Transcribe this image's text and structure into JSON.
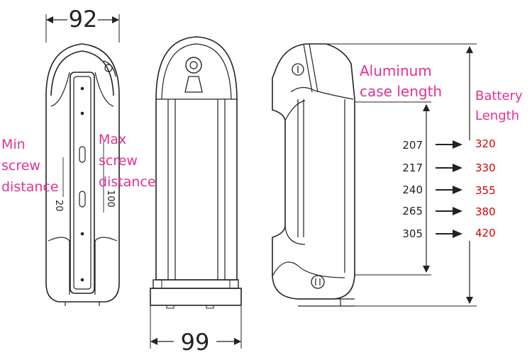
{
  "dimensions": {
    "width_top": "92",
    "width_bottom": "99",
    "min_screw": "20",
    "max_screw": "100"
  },
  "labels": {
    "min_screw_distance": [
      "Min",
      "screw",
      "distance"
    ],
    "max_screw_distance": [
      "Max",
      "screw",
      "distance"
    ],
    "aluminum_case_length": [
      "Aluminum",
      "case length"
    ],
    "battery_length": [
      "Battery",
      "Length"
    ]
  },
  "length_table": [
    {
      "case": "207",
      "battery": "320"
    },
    {
      "case": "217",
      "battery": "330"
    },
    {
      "case": "240",
      "battery": "355"
    },
    {
      "case": "265",
      "battery": "380"
    },
    {
      "case": "305",
      "battery": "420"
    }
  ],
  "colors": {
    "line": "#222222",
    "label_pink": "#e0338f",
    "value_red": "#d40000",
    "text_dark": "#222222"
  }
}
